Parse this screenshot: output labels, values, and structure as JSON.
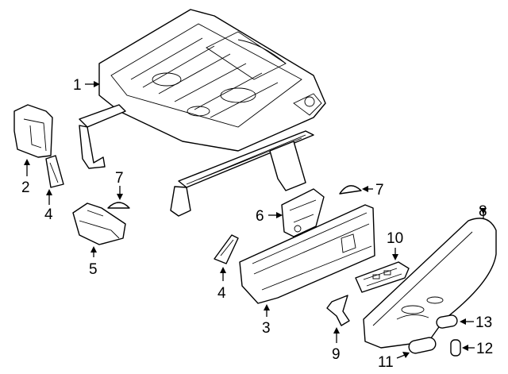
{
  "callouts": {
    "c1": "1",
    "c2": "2",
    "c3": "3",
    "c4a": "4",
    "c4b": "4",
    "c5": "5",
    "c6": "6",
    "c7a": "7",
    "c7b": "7",
    "c8": "8",
    "c9": "9",
    "c10": "10",
    "c11": "11",
    "c12": "12",
    "c13": "13"
  }
}
